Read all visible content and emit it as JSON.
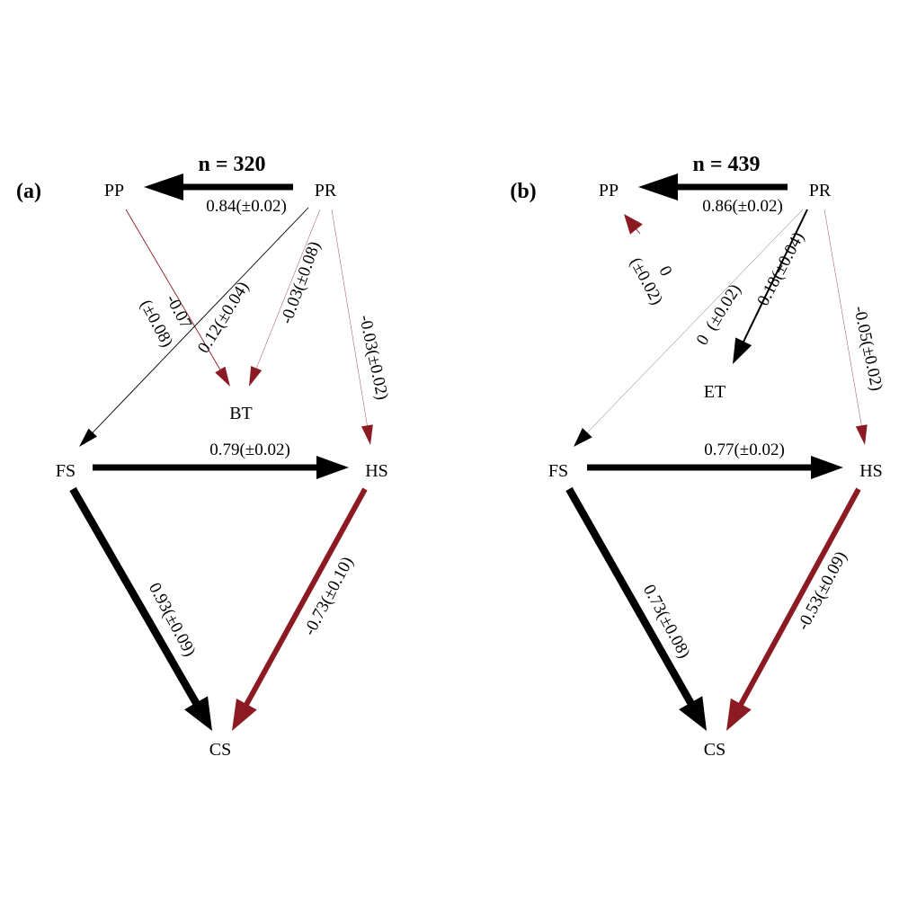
{
  "colors": {
    "positive": "#000000",
    "negative": "#8b1a22",
    "background": "#ffffff"
  },
  "panels": [
    {
      "panel_label": "(a)",
      "n_label": "n = 320",
      "nodes": [
        {
          "id": "PP",
          "label": "PP"
        },
        {
          "id": "PR",
          "label": "PR"
        },
        {
          "id": "BT",
          "label": "BT"
        },
        {
          "id": "FS",
          "label": "FS"
        },
        {
          "id": "HS",
          "label": "HS"
        },
        {
          "id": "CS",
          "label": "CS"
        }
      ],
      "edges": [
        {
          "from": "PR",
          "to": "PP",
          "coef": "0.84",
          "se": "(±0.02)",
          "sign": "positive"
        },
        {
          "from": "PP",
          "to": "BT",
          "coef": "-0.07",
          "se": "(±0.08)",
          "sign": "negative"
        },
        {
          "from": "PR",
          "to": "FS",
          "coef": "0.12",
          "se": "(±0.04)",
          "sign": "positive"
        },
        {
          "from": "PR",
          "to": "BT",
          "coef": "-0.03",
          "se": "(±0.08)",
          "sign": "negative"
        },
        {
          "from": "PR",
          "to": "HS",
          "coef": "-0.03",
          "se": "(±0.02)",
          "sign": "negative"
        },
        {
          "from": "FS",
          "to": "HS",
          "coef": "0.79",
          "se": "(±0.02)",
          "sign": "positive"
        },
        {
          "from": "FS",
          "to": "CS",
          "coef": "0.93",
          "se": "(±0.09)",
          "sign": "positive"
        },
        {
          "from": "HS",
          "to": "CS",
          "coef": "-0.73",
          "se": "(±0.10)",
          "sign": "negative"
        }
      ]
    },
    {
      "panel_label": "(b)",
      "n_label": "n = 439",
      "nodes": [
        {
          "id": "PP",
          "label": "PP"
        },
        {
          "id": "PR",
          "label": "PR"
        },
        {
          "id": "ET",
          "label": "ET"
        },
        {
          "id": "FS",
          "label": "FS"
        },
        {
          "id": "HS",
          "label": "HS"
        },
        {
          "id": "CS",
          "label": "CS"
        }
      ],
      "edges": [
        {
          "from": "PR",
          "to": "PP",
          "coef": "0.86",
          "se": "(±0.02)",
          "sign": "positive"
        },
        {
          "from": "ET",
          "to": "PP",
          "coef": "0",
          "se": "(±0.02)",
          "sign": "negative"
        },
        {
          "from": "PR",
          "to": "FS",
          "coef": "0",
          "se": "(±0.02)",
          "sign": "positive"
        },
        {
          "from": "PR",
          "to": "ET",
          "coef": "0.18",
          "se": "(±0.04)",
          "sign": "positive"
        },
        {
          "from": "PR",
          "to": "HS",
          "coef": "-0.05",
          "se": "(±0.02)",
          "sign": "negative"
        },
        {
          "from": "FS",
          "to": "HS",
          "coef": "0.77",
          "se": "(±0.02)",
          "sign": "positive"
        },
        {
          "from": "FS",
          "to": "CS",
          "coef": "0.73",
          "se": "(±0.08)",
          "sign": "positive"
        },
        {
          "from": "HS",
          "to": "CS",
          "coef": "-0.53",
          "se": "(±0.09)",
          "sign": "negative"
        }
      ]
    }
  ]
}
